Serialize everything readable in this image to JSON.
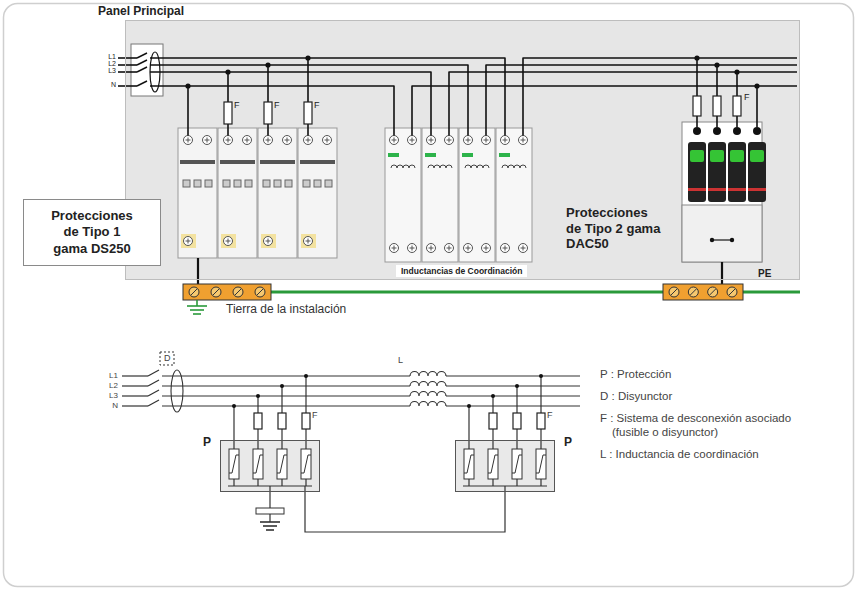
{
  "diagram": {
    "nodes": [
      {
        "text": [
          "Panel Principal"
        ]
      },
      {
        "text": [
          "Protecciones de Tipo 1 gama DS250"
        ],
        "in": 0
      },
      {
        "text": [
          "Inductancias de Coordinación"
        ],
        "in": 0
      },
      {
        "text": [
          "P"
        ]
      },
      {
        "text": [
          "P"
        ]
      }
    ],
    "edges": [
      {
        "from": 3,
        "to": 4,
        "arrow": "none"
      }
    ],
    "labels": [
      "L1",
      "L2",
      "L3",
      "N",
      "F",
      "F",
      "F",
      "F",
      "Protecciones de Tipo 2 gama DAC50",
      "PE",
      "Tierra de la instalación",
      "L1",
      "L2",
      "L3",
      "N",
      "D",
      "L",
      "F",
      "F",
      "P : Protección",
      "D : Disyunctor",
      "F : Sistema de desconexión asociado (fusible o disyunctor)",
      "L : Inductancia de coordinación"
    ]
  }
}
